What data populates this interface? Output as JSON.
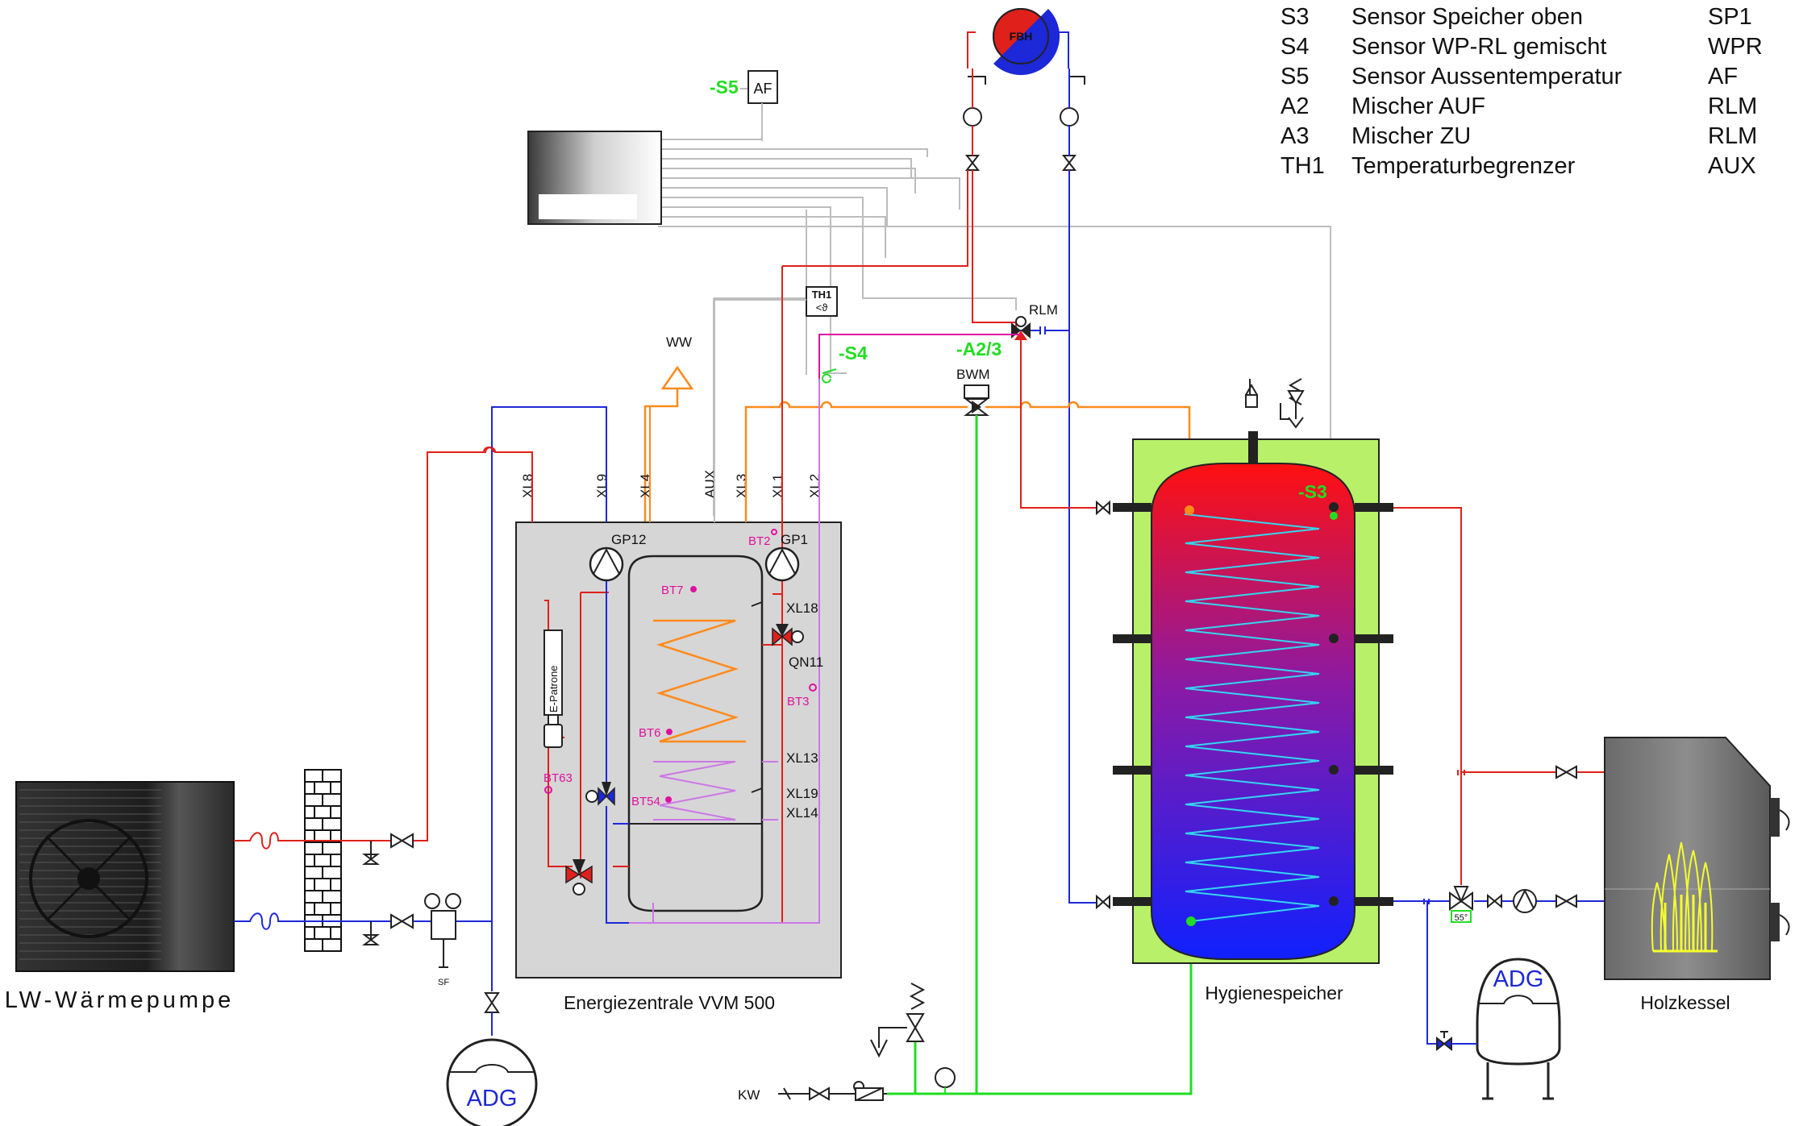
{
  "legend": [
    {
      "code": "S3",
      "text": "Sensor Speicher oben",
      "abbr": "SP1"
    },
    {
      "code": "S4",
      "text": "Sensor WP-RL gemischt",
      "abbr": "WPR"
    },
    {
      "code": "S5",
      "text": "Sensor Aussentemperatur",
      "abbr": "AF"
    },
    {
      "code": "A2",
      "text": "Mischer AUF",
      "abbr": "RLM"
    },
    {
      "code": "A3",
      "text": "Mischer ZU",
      "abbr": "RLM"
    },
    {
      "code": "TH1",
      "text": "Temperaturbegrenzer",
      "abbr": "AUX"
    }
  ],
  "labels": {
    "heat_pump": "LW-Wärmepumpe",
    "energy_center": "Energiezentrale VVM 500",
    "hygiene_tank": "Hygienespeicher",
    "wood_boiler": "Holzkessel",
    "adg": "ADG",
    "ww": "WW",
    "kw": "KW",
    "fbh": "FBH",
    "af": "AF",
    "s5": "-S5",
    "s4": "-S4",
    "s3": "-S3",
    "a23": "-A2/3",
    "rlm": "RLM",
    "bwm": "BWM",
    "th1": "TH1",
    "th1_symbol": "<ϑ",
    "e_patrone": "E-Patrone",
    "sf": "SF",
    "temp_55": "55°",
    "xl8": "XL8",
    "xl9": "XL9",
    "xl4": "XL4",
    "aux": "AUX",
    "xl3": "XL3",
    "xl1": "XL1",
    "xl2": "XL2",
    "gp12": "GP12",
    "gp1": "GP1",
    "bt2": "BT2",
    "bt7": "BT7",
    "bt6": "BT6",
    "bt54": "BT54",
    "bt63": "BT63",
    "bt3": "BT3",
    "xl18": "XL18",
    "qn11": "QN11",
    "xl13": "XL13",
    "xl19": "XL19",
    "xl14": "XL14"
  },
  "colors": {
    "supply": "#e0201a",
    "return": "#1d28d8",
    "hot_water": "#ff8a1c",
    "cold_water": "#22dd22",
    "sensor": "#e0109e",
    "signal": "#bdbdbd",
    "tank_insulation": "#b8f06a"
  }
}
